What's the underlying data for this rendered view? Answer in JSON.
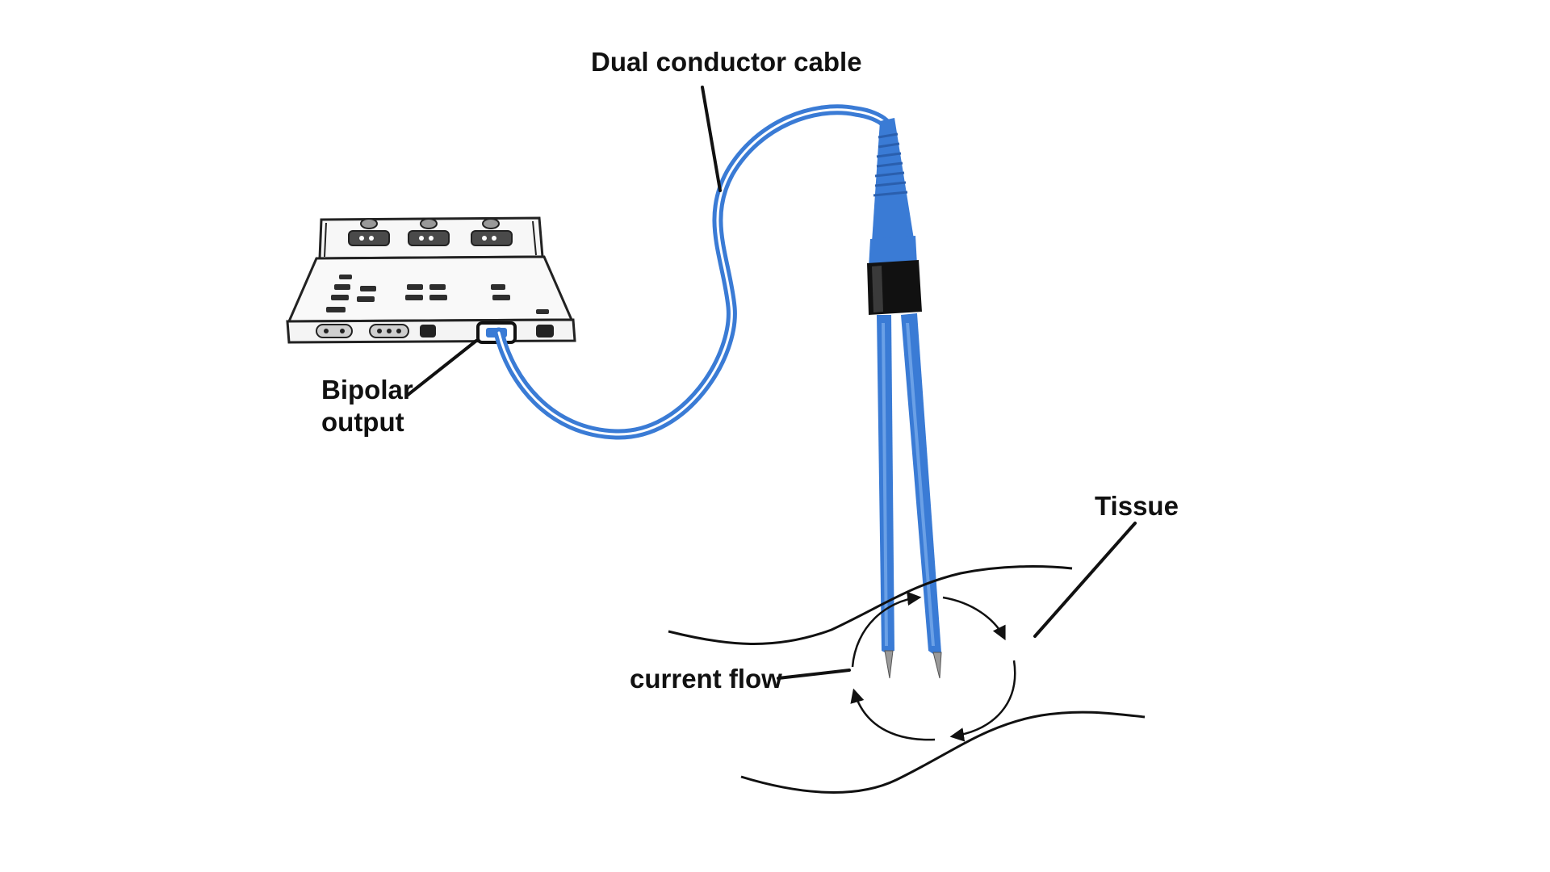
{
  "labels": {
    "cable": "Dual conductor cable",
    "output_line1": "Bipolar",
    "output_line2": "output",
    "tissue": "Tissue",
    "current": "current flow"
  },
  "colors": {
    "cable": "#3a7bd5",
    "ink": "#111111",
    "generator_fill": "#f7f7f7",
    "generator_detail": "#4a4a4a",
    "forceps": "#3a7bd5",
    "forceps_collar": "#111111"
  }
}
